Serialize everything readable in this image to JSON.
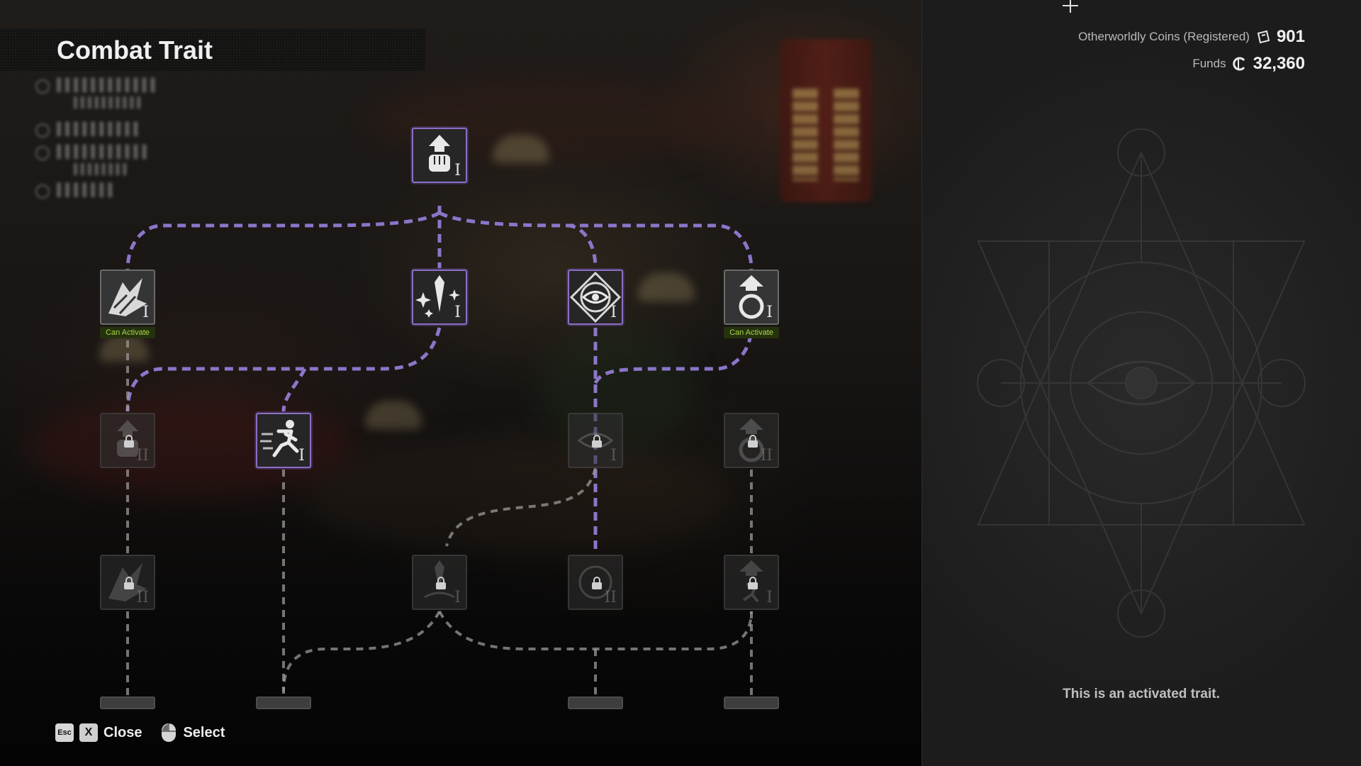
{
  "header": {
    "title": "Combat Trait"
  },
  "currency": {
    "coins_label": "Otherworldly Coins (Registered)",
    "coins_value": "901",
    "funds_label": "Funds",
    "funds_value": "32,360",
    "coins_icon": "coin-icon",
    "funds_icon": "funds-icon"
  },
  "status": {
    "can_activate": "Can Activate"
  },
  "detail": {
    "description": "This is an activated trait."
  },
  "controls": {
    "esc_key": "Esc",
    "x_key": "X",
    "close_label": "Close",
    "select_label": "Select",
    "select_icon": "mouse-icon"
  },
  "tree": {
    "nodes": [
      {
        "id": "fist-i",
        "icon": "fist-up-icon",
        "tier": "I",
        "state": "activated"
      },
      {
        "id": "rush-i",
        "icon": "rush-icon",
        "tier": "I",
        "state": "available"
      },
      {
        "id": "blade-i",
        "icon": "blade-sparkle-icon",
        "tier": "I",
        "state": "activated"
      },
      {
        "id": "eye-i",
        "icon": "eye-seal-icon",
        "tier": "I",
        "state": "activated"
      },
      {
        "id": "ring-i",
        "icon": "ring-up-icon",
        "tier": "I",
        "state": "available"
      },
      {
        "id": "fist-ii",
        "icon": "fist-up-icon",
        "tier": "II",
        "state": "locked"
      },
      {
        "id": "sprint-i",
        "icon": "sprint-icon",
        "tier": "I",
        "state": "activated"
      },
      {
        "id": "eye-ii",
        "icon": "eye-seal-icon",
        "tier": "I",
        "state": "locked"
      },
      {
        "id": "ring-ii",
        "icon": "ring-up-icon",
        "tier": "II",
        "state": "locked"
      },
      {
        "id": "rush-ii",
        "icon": "rush-icon",
        "tier": "II",
        "state": "locked"
      },
      {
        "id": "blade-ii",
        "icon": "blade-icon",
        "tier": "I",
        "state": "locked"
      },
      {
        "id": "eye-iii",
        "icon": "eye-seal-icon",
        "tier": "II",
        "state": "locked"
      },
      {
        "id": "runner-i",
        "icon": "runner-up-icon",
        "tier": "I",
        "state": "locked"
      }
    ]
  },
  "colors": {
    "accent": "#8a6fc4",
    "available": "#a9d64b",
    "path_active": "#8b76c9",
    "path_inactive": "#9a9a9a"
  }
}
